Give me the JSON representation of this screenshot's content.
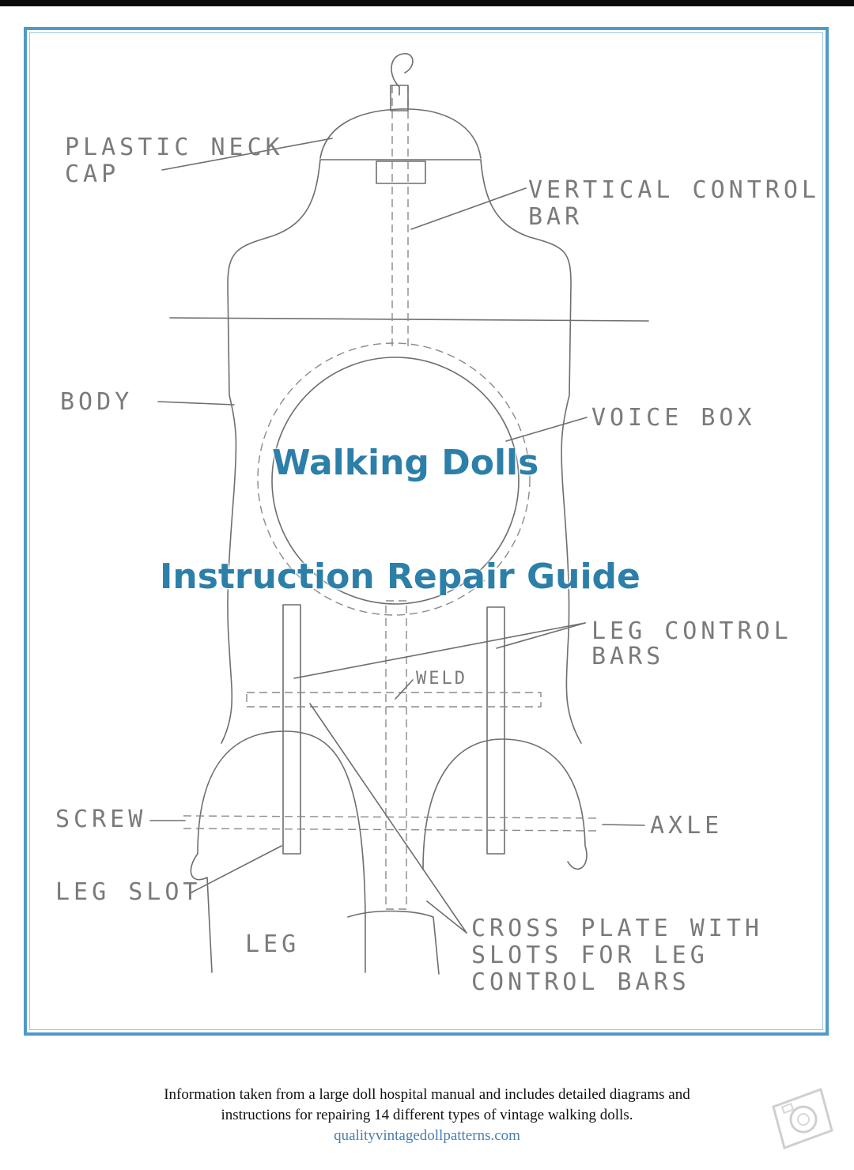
{
  "title_line1": "Walking Dolls",
  "title_line2": "Instruction Repair Guide",
  "labels": {
    "plastic_neck_cap": [
      "PLASTIC NECK",
      "CAP"
    ],
    "vertical_control_bar": [
      "VERTICAL CONTROL",
      "BAR"
    ],
    "body": "BODY",
    "voice_box": "VOICE BOX",
    "leg_control_bars": [
      "LEG CONTROL",
      "BARS"
    ],
    "weld": "WELD",
    "screw": "SCREW",
    "axle": "AXLE",
    "leg_slot": "LEG SLOT",
    "leg": "LEG",
    "cross_plate": [
      "CROSS PLATE WITH",
      "SLOTS FOR LEG",
      "CONTROL BARS"
    ]
  },
  "caption": {
    "line1": "Information taken from a large doll hospital manual and includes detailed diagrams and",
    "line2": "instructions for repairing 14 different types of vintage walking dolls.",
    "url": "qualityvintagedollpatterns.com"
  },
  "colors": {
    "frame": "#4f9ac7",
    "title": "#2c7fa8",
    "sketch": "#6e6e6e"
  }
}
